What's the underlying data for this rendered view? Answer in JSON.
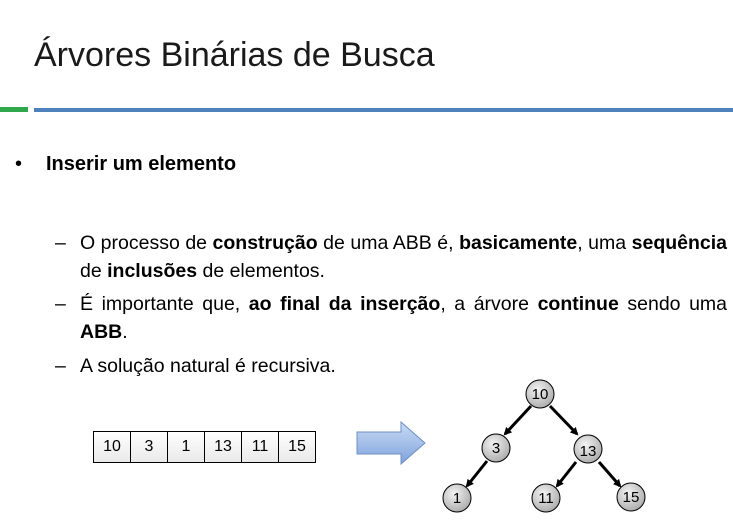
{
  "slide": {
    "title": "Árvores Binárias de Busca",
    "bullet": "Inserir um elemento",
    "subitems": [
      {
        "parts": [
          "O processo de ",
          "construção",
          " de uma ABB é, ",
          "basicamente",
          ", uma ",
          "sequência",
          " de ",
          "inclusões",
          " de elementos."
        ]
      },
      {
        "parts": [
          "É importante que, ",
          "ao final da inserção",
          ", a árvore ",
          "continue",
          " sendo uma ",
          "ABB",
          "."
        ]
      },
      {
        "parts": [
          "A solução natural é recursiva."
        ]
      }
    ]
  },
  "array": [
    "10",
    "3",
    "1",
    "13",
    "11",
    "15"
  ],
  "tree": {
    "nodes": [
      {
        "id": "n10",
        "label": "10"
      },
      {
        "id": "n3",
        "label": "3"
      },
      {
        "id": "n13",
        "label": "13"
      },
      {
        "id": "n1",
        "label": "1"
      },
      {
        "id": "n11",
        "label": "11"
      },
      {
        "id": "n15",
        "label": "15"
      }
    ],
    "edges": [
      [
        "n10",
        "n3"
      ],
      [
        "n10",
        "n13"
      ],
      [
        "n3",
        "n1"
      ],
      [
        "n13",
        "n11"
      ],
      [
        "n13",
        "n15"
      ]
    ]
  },
  "colors": {
    "accent_green": "#2ea84a",
    "accent_blue": "#4f81bd",
    "arrow": "#7fa3dc"
  }
}
